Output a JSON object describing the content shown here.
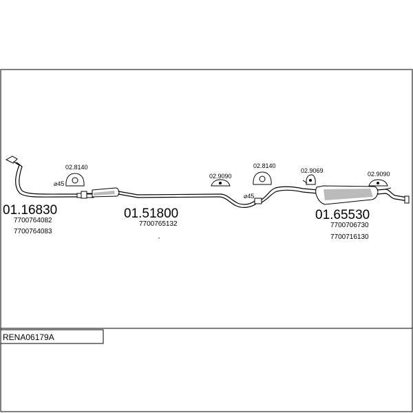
{
  "diagram": {
    "code": "RENA06179A",
    "diameter_label": "⌀45",
    "parts": [
      {
        "number": "01.16830",
        "oe": [
          "7700764082",
          "7700764083"
        ]
      },
      {
        "number": "01.51800",
        "oe": [
          "7700765132"
        ]
      },
      {
        "number": "01.65530",
        "oe": [
          "7700706730",
          "7700716130"
        ]
      }
    ],
    "mounts": [
      "02.8140",
      "02.9090",
      "02.8140",
      "02.9069",
      "02.9090"
    ]
  }
}
